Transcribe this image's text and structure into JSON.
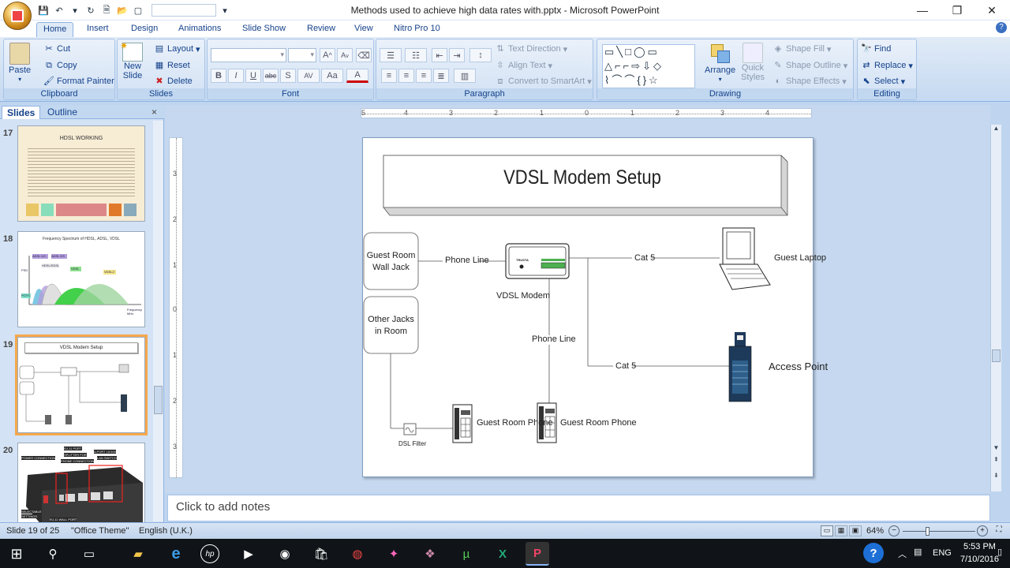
{
  "window": {
    "title": "Methods used to achieve high data rates with.pptx - Microsoft PowerPoint",
    "controls": [
      "minimize",
      "restore",
      "close"
    ]
  },
  "tabs": [
    "Home",
    "Insert",
    "Design",
    "Animations",
    "Slide Show",
    "Review",
    "View",
    "Nitro Pro 10"
  ],
  "active_tab": "Home",
  "ribbon": {
    "clipboard": {
      "label": "Clipboard",
      "paste": "Paste",
      "cut": "Cut",
      "copy": "Copy",
      "format_painter": "Format Painter"
    },
    "slides": {
      "label": "Slides",
      "new_slide_line1": "New",
      "new_slide_line2": "Slide",
      "layout": "Layout",
      "reset": "Reset",
      "delete": "Delete"
    },
    "font": {
      "label": "Font",
      "bold": "B",
      "italic": "I",
      "underline": "U",
      "strike": "abc",
      "shadow": "S",
      "spacing": "AV",
      "case": "Aa",
      "color": "A",
      "grow": "A",
      "shrink": "A"
    },
    "paragraph": {
      "label": "Paragraph",
      "text_direction": "Text Direction",
      "align_text": "Align Text",
      "convert_smartart": "Convert to SmartArt"
    },
    "drawing": {
      "label": "Drawing",
      "arrange": "Arrange",
      "quick_styles_line1": "Quick",
      "quick_styles_line2": "Styles",
      "shape_fill": "Shape Fill",
      "shape_outline": "Shape Outline",
      "shape_effects": "Shape Effects"
    },
    "editing": {
      "label": "Editing",
      "find": "Find",
      "replace": "Replace",
      "select": "Select"
    }
  },
  "left_pane": {
    "tabs": [
      "Slides",
      "Outline"
    ],
    "active_tab": "Slides",
    "close": "×",
    "slides": [
      {
        "number": "17",
        "title": "HDSL WORKING"
      },
      {
        "number": "18",
        "title": "Frequency Spectrum of HDSL, ADSL, VDSL",
        "labels": [
          "ADSL US",
          "ADSL DS",
          "HDSL/SDSL",
          "VDSL",
          "VDSL2",
          "PSD",
          "POTS",
          "Frequency MHz"
        ]
      },
      {
        "number": "19",
        "title": "VDSL Modem Setup",
        "selected": true
      },
      {
        "number": "20",
        "labels": [
          "RJ-11 PORT",
          "POWER CONNECTION",
          "SPLITTER FOR",
          "4-PORT 10/100",
          "PHONE CONNECTION",
          "LAN SWITCH",
          "SELECTABLE",
          "SETTINGS",
          "RJ-11 WALL PORT"
        ]
      }
    ]
  },
  "ruler_ticks": [
    "5",
    "4",
    "3",
    "2",
    "1",
    "0",
    "1",
    "2",
    "3",
    "4"
  ],
  "vruler_ticks": [
    "3",
    "2",
    "1",
    "0",
    "1",
    "2",
    "3"
  ],
  "slide": {
    "title": "VDSL Modem Setup",
    "guest_room_jack": "Guest Room Wall Jack",
    "other_jacks": "Other Jacks in Room",
    "phone_line_1": "Phone Line",
    "modem_label": "VDSL Modem",
    "modem_text": "TRUSTA",
    "cat5_1": "Cat 5",
    "guest_laptop": "Guest Laptop",
    "phone_line_2": "Phone Line",
    "cat5_2": "Cat 5",
    "access_point": "Access Point",
    "dsl_filter": "DSL Filter",
    "guest_phone_1": "Guest Room Phone",
    "guest_phone_2": "Guest Room Phone"
  },
  "notes": {
    "placeholder": "Click to add notes"
  },
  "status": {
    "slide": "Slide 19 of 25",
    "theme": "\"Office Theme\"",
    "language": "English (U.K.)",
    "zoom": "64%",
    "zoom_fraction": 0.35
  },
  "taskbar": {
    "language": "ENG",
    "time": "5:53 PM",
    "date": "7/10/2016"
  },
  "colors": {
    "accent": "#15428b",
    "ribbon": "#dfeaf7",
    "selection": "#f6a84d",
    "taskbar": "#101418"
  }
}
